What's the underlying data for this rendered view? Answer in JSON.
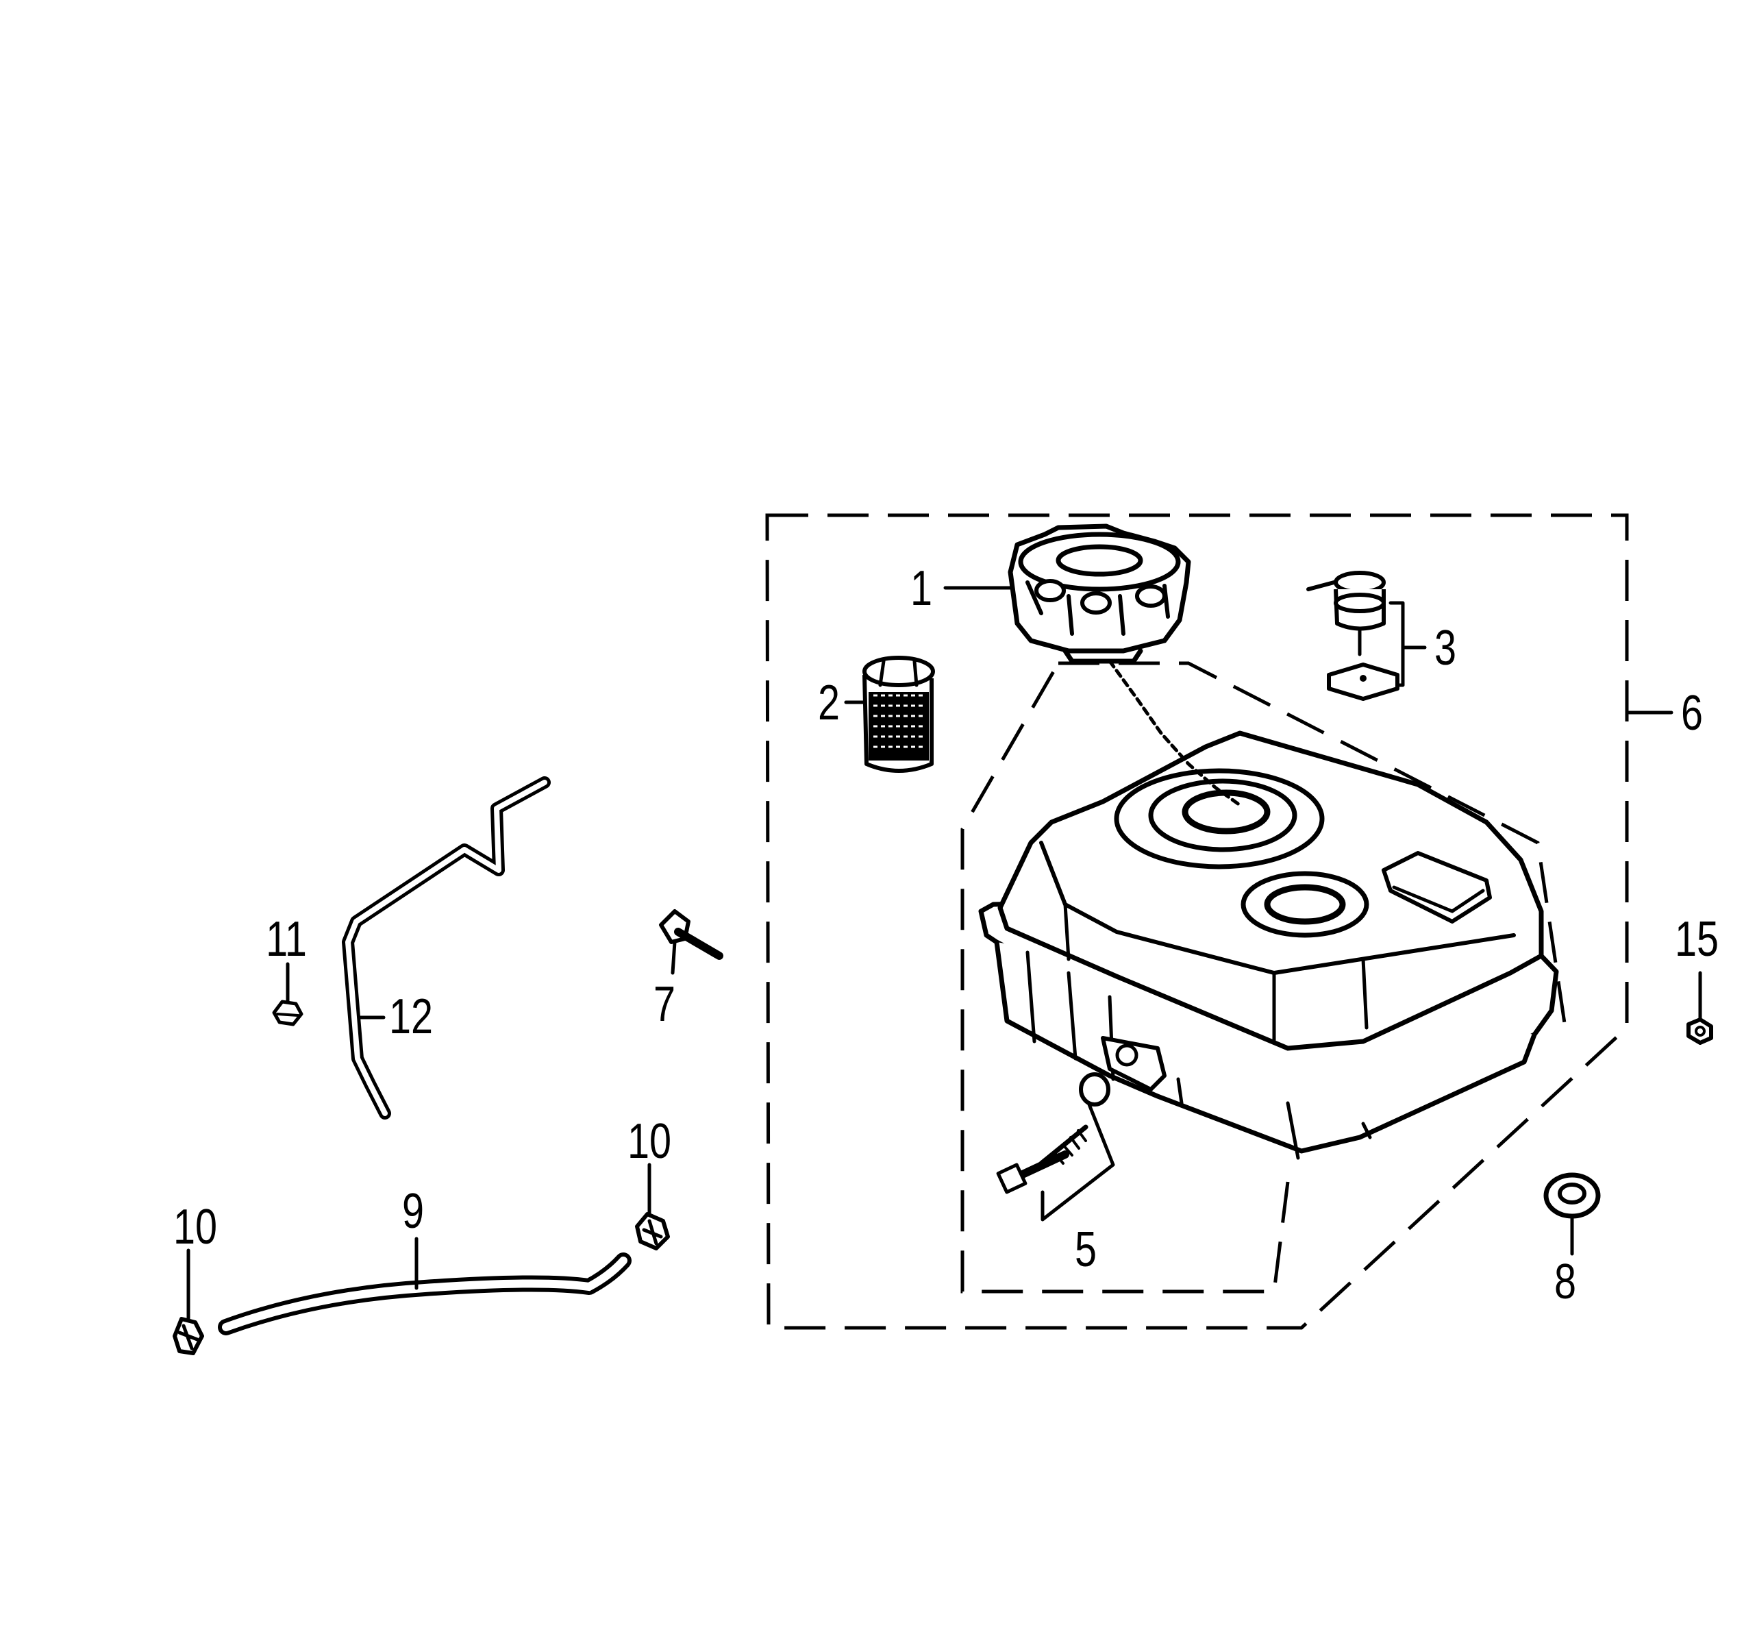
{
  "callouts": {
    "c1": "1",
    "c2": "2",
    "c3": "3",
    "c5": "5",
    "c6": "6",
    "c7": "7",
    "c8": "8",
    "c9": "9",
    "c10_left": "10",
    "c10_right": "10",
    "c11": "11",
    "c12": "12",
    "c15": "15"
  },
  "colors": {
    "ink": "#000000",
    "paper": "#ffffff"
  },
  "parts": {
    "p1": "fuel-cap",
    "p2": "fuel-strainer",
    "p3": "fuel-gauge",
    "p5": "drain-bolt-and-o-ring",
    "p6": "fuel-tank-assembly",
    "p7": "bolt",
    "p8": "washer",
    "p9": "fuel-hose",
    "p10": "hose-clip",
    "p11": "clip",
    "p12": "breather-tube",
    "p15": "nut"
  }
}
